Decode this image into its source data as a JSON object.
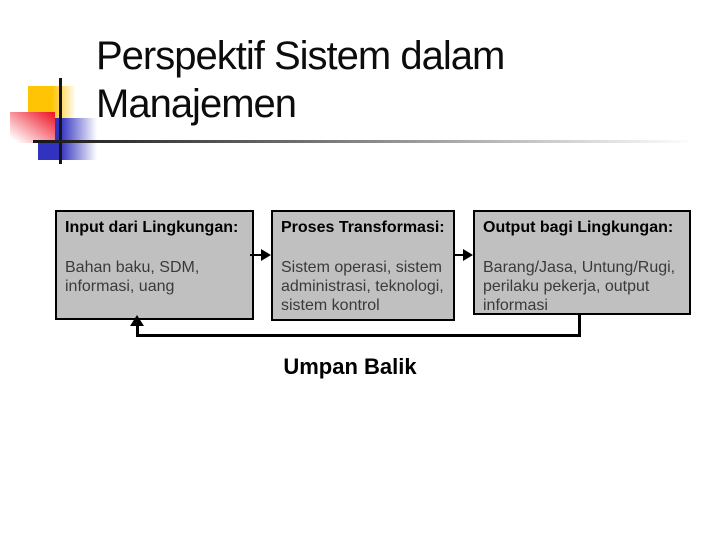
{
  "slide": {
    "title": "Perspektif Sistem dalam Manajemen",
    "title_lines": [
      "Perspektif Sistem dalam",
      "Manajemen"
    ],
    "boxes": [
      {
        "header": "Input dari Lingkungan:",
        "body": "Bahan baku, SDM, informasi, uang",
        "body_lines": [
          "Bahan baku, SDM,",
          "informasi, uang"
        ]
      },
      {
        "header": "Proses Transformasi:",
        "body": "Sistem operasi, sistem administrasi, teknologi, sistem kontrol",
        "body_lines": [
          "Sistem operasi, sistem",
          "administrasi, teknologi,",
          "sistem kontrol"
        ]
      },
      {
        "header": "Output bagi Lingkungan:",
        "body": "Barang/Jasa, Untung/Rugi, perilaku pekerja, output informasi",
        "body_lines": [
          "Barang/Jasa, Untung/Rugi,",
          "perilaku pekerja, output",
          "informasi"
        ]
      }
    ],
    "feedback_label": "Umpan Balik",
    "colors": {
      "accent_yellow": "#ffc404",
      "accent_red": "#ee1c2e",
      "accent_blue": "#3232c0",
      "box_fill": "#c0c0c0",
      "box_border": "#000000",
      "title_text": "#0c0c0c",
      "body_text": "#3a3a3a",
      "background": "#ffffff"
    }
  }
}
